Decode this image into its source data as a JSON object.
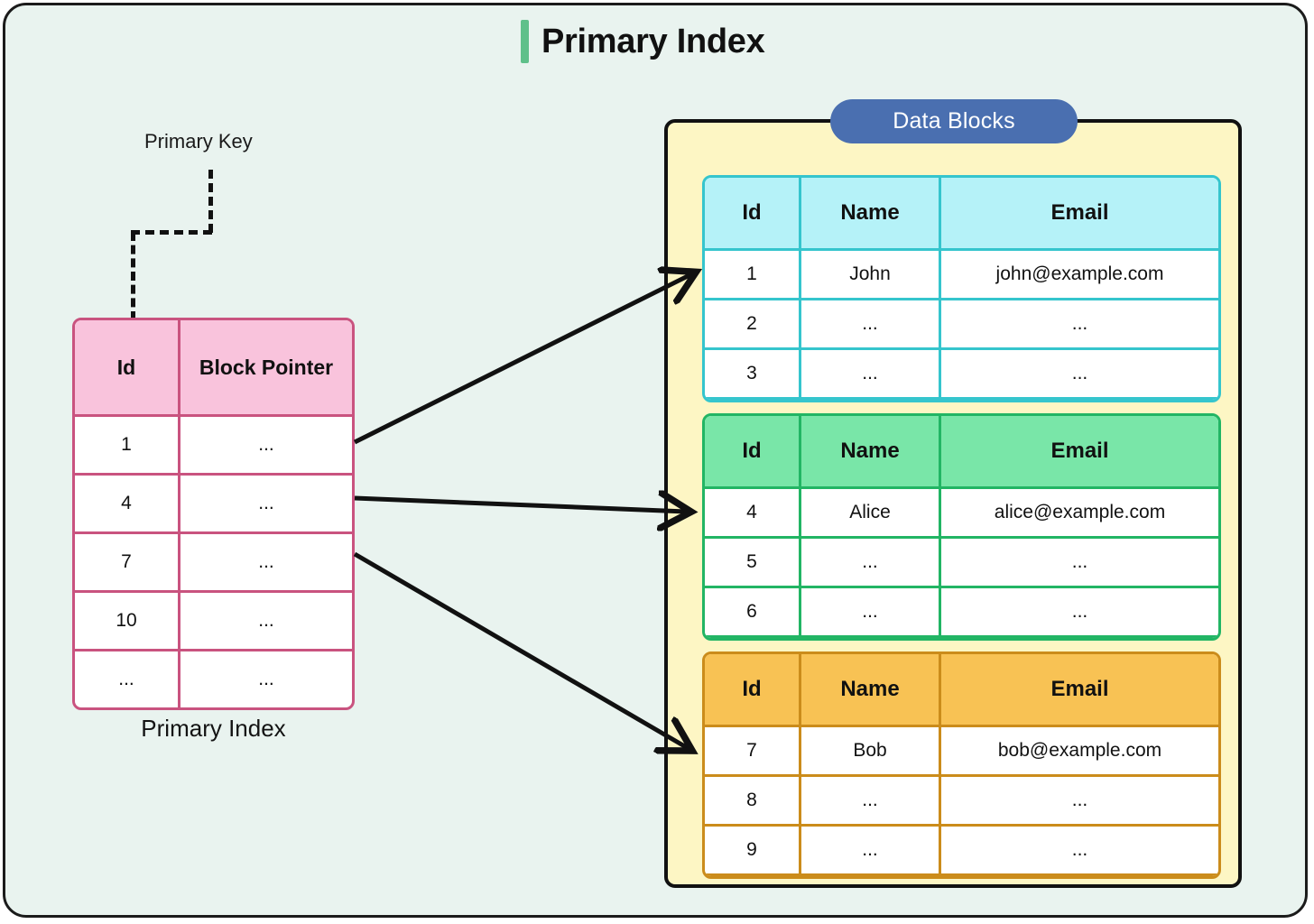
{
  "page": {
    "title": "Primary Index",
    "accent_color": "#5fc08a",
    "background_color": "#e9f3ef",
    "frame_color": "#1b1b1b"
  },
  "primary_key": {
    "label": "Primary Key",
    "connector": "dashed-elbow"
  },
  "index_table": {
    "caption": "Primary Index",
    "header_color": "#f9c3dc",
    "border_color": "#c9537f",
    "headers": [
      "Id",
      "Block Pointer"
    ],
    "rows": [
      [
        "1",
        "..."
      ],
      [
        "4",
        "..."
      ],
      [
        "7",
        "..."
      ],
      [
        "10",
        "..."
      ],
      [
        "...",
        "..."
      ]
    ]
  },
  "data_blocks": {
    "badge_label": "Data Blocks",
    "badge_color": "#4a6fb0",
    "container_color": "#fdf6c4",
    "blocks": [
      {
        "name": "block-1",
        "header_color": "#b5f2f8",
        "border_color": "#35c5cd",
        "headers": [
          "Id",
          "Name",
          "Email"
        ],
        "rows": [
          [
            "1",
            "John",
            "john@example.com"
          ],
          [
            "2",
            "...",
            "..."
          ],
          [
            "3",
            "...",
            "..."
          ]
        ]
      },
      {
        "name": "block-2",
        "header_color": "#79e6a8",
        "border_color": "#22b564",
        "headers": [
          "Id",
          "Name",
          "Email"
        ],
        "rows": [
          [
            "4",
            "Alice",
            "alice@example.com"
          ],
          [
            "5",
            "...",
            "..."
          ],
          [
            "6",
            "...",
            "..."
          ]
        ]
      },
      {
        "name": "block-3",
        "header_color": "#f8c254",
        "border_color": "#cb8c1b",
        "headers": [
          "Id",
          "Name",
          "Email"
        ],
        "rows": [
          [
            "7",
            "Bob",
            "bob@example.com"
          ],
          [
            "8",
            "...",
            "..."
          ],
          [
            "9",
            "...",
            "..."
          ]
        ]
      }
    ]
  },
  "arrows": [
    {
      "name": "arrow-index-1-to-block-1",
      "from": "index row 1",
      "to": "block-1"
    },
    {
      "name": "arrow-index-4-to-block-2",
      "from": "index row 4",
      "to": "block-2"
    },
    {
      "name": "arrow-index-7-to-block-3",
      "from": "index row 7",
      "to": "block-3"
    }
  ]
}
